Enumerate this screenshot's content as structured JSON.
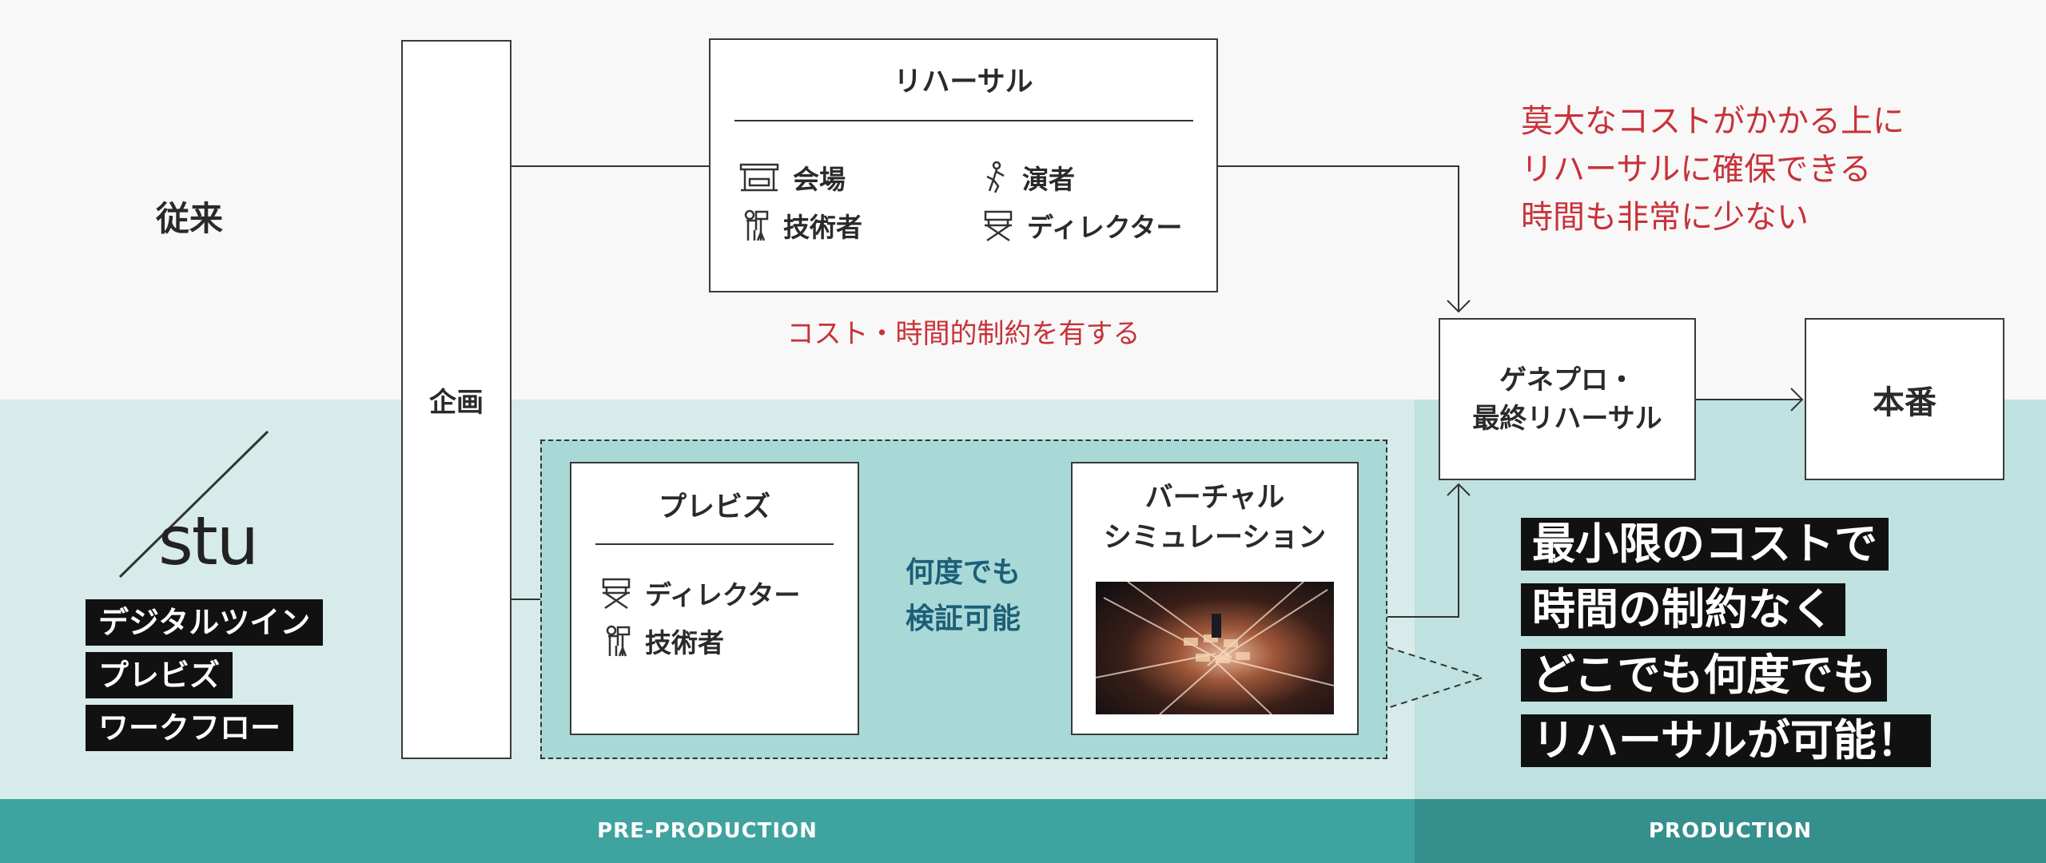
{
  "sections": {
    "conventional": "従来",
    "planning": "企画",
    "pre_production": "PRE-PRODUCTION",
    "production": "PRODUCTION"
  },
  "rehearsal": {
    "title": "リハーサル",
    "items": [
      {
        "label": "会場",
        "icon": "stage-icon"
      },
      {
        "label": "演者",
        "icon": "performer-icon"
      },
      {
        "label": "技術者",
        "icon": "camera-operator-icon"
      },
      {
        "label": "ディレクター",
        "icon": "director-chair-icon"
      }
    ],
    "constraint": "コスト・時間的制約を有する"
  },
  "cost_note": [
    "莫大なコストがかかる上に",
    "リハーサルに確保できる",
    "時間も非常に少ない"
  ],
  "genepro": [
    "ゲネプロ・",
    "最終リハーサル"
  ],
  "honban": "本番",
  "stu": {
    "logo_text": "stu",
    "labels": [
      "デジタルツイン",
      "プレビズ",
      "ワークフロー"
    ]
  },
  "previz": {
    "title": "プレビズ",
    "items": [
      {
        "label": "ディレクター",
        "icon": "director-chair-icon"
      },
      {
        "label": "技術者",
        "icon": "camera-operator-icon"
      }
    ]
  },
  "loop_label": [
    "何度でも",
    "検証可能"
  ],
  "virtual_sim": {
    "title": [
      "バーチャル",
      "シミュレーション"
    ]
  },
  "benefits": [
    "最小限のコストで",
    "時間の制約なく",
    "どこでも何度でも",
    "リハーサルが可能！"
  ],
  "colors": {
    "top_bg": "#f8f8f8",
    "bottom_bg": "#d7ecea",
    "production_bg": "#bfe2e0",
    "dashed_area": "#a9d9d7",
    "footer_bar": "#3fa3a0",
    "footer_bar_production": "#358f8c",
    "red_text": "#c8323a",
    "loop_text": "#1d5f78"
  }
}
